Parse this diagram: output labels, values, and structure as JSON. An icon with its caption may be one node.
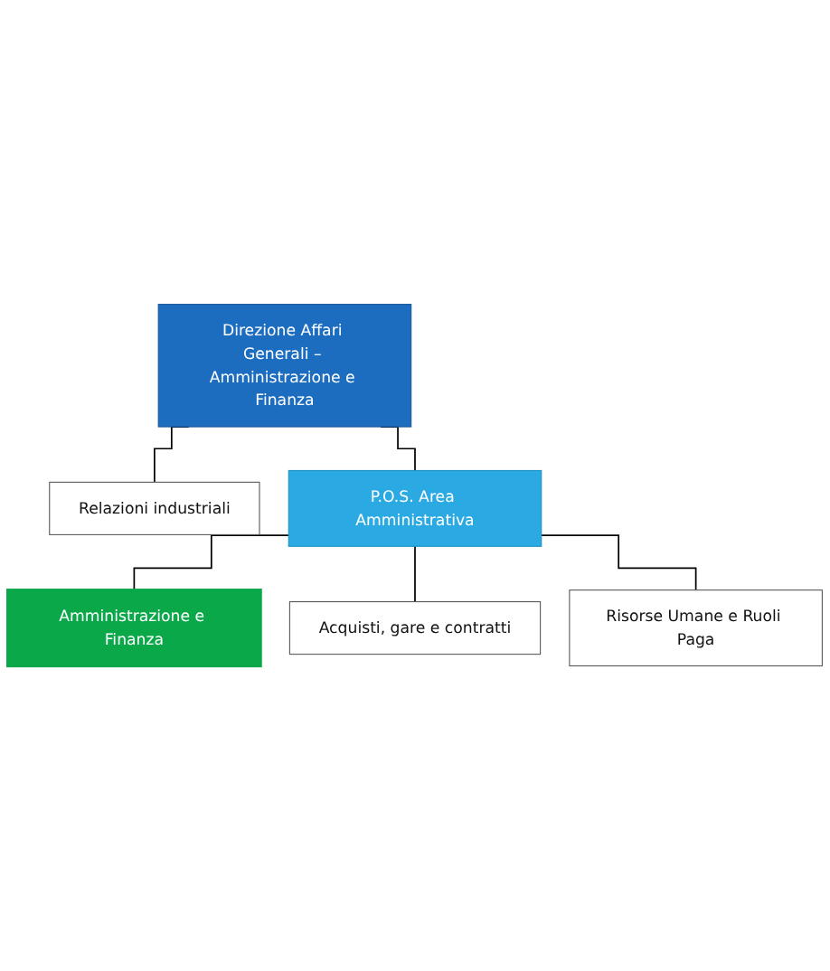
{
  "diagram": {
    "nodes": [
      {
        "text": [
          "Direzione Affari Generali – Amministrazione e Finanza"
        ]
      },
      {
        "text": [
          "Relazioni industriali"
        ]
      },
      {
        "text": [
          "P.O.S. Area Amministrativa"
        ]
      },
      {
        "text": [
          "Amministrazione e Finanza"
        ]
      },
      {
        "text": [
          "Acquisti, gare e contratti"
        ]
      },
      {
        "text": [
          "Risorse Umane e Ruoli Paga"
        ]
      }
    ],
    "edges": [
      {
        "from": 0,
        "to": 1,
        "arrow": "none"
      },
      {
        "from": 0,
        "to": 2,
        "arrow": "none"
      },
      {
        "from": 2,
        "to": 3,
        "arrow": "none"
      },
      {
        "from": 2,
        "to": 4,
        "arrow": "none"
      },
      {
        "from": 2,
        "to": 5,
        "arrow": "none"
      }
    ]
  }
}
